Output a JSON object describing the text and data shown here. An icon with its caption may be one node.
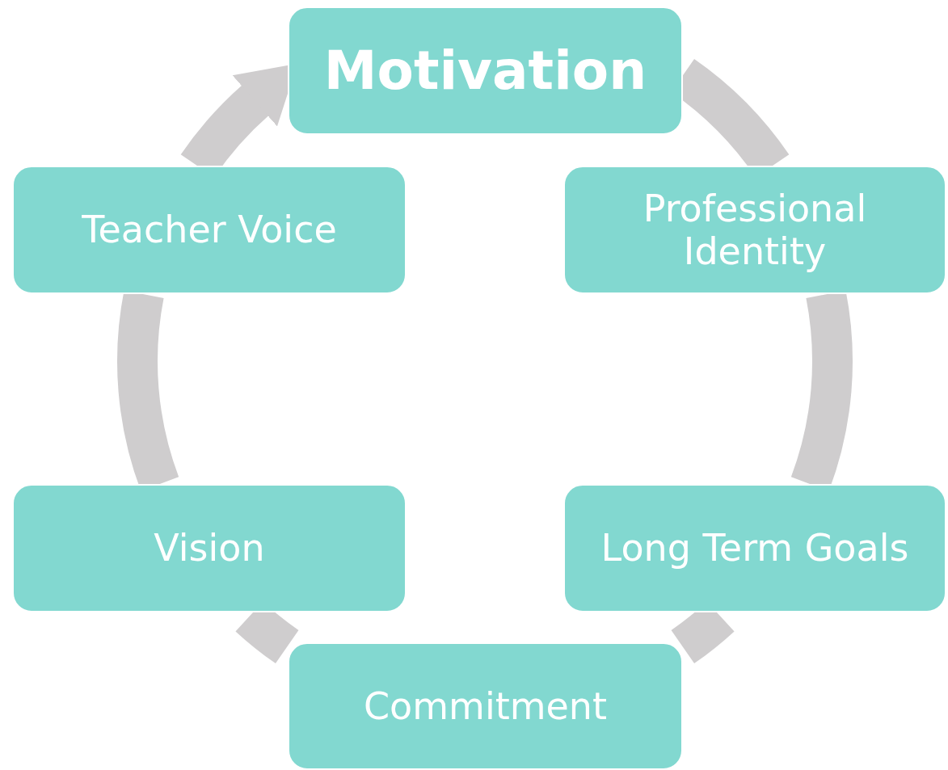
{
  "diagram": {
    "nodes": [
      {
        "text": [
          "Motivation"
        ]
      },
      {
        "text": [
          "Professional Identity"
        ]
      },
      {
        "text": [
          "Long Term Goals"
        ]
      },
      {
        "text": [
          "Commitment"
        ]
      },
      {
        "text": [
          "Vision"
        ]
      },
      {
        "text": [
          "Teacher Voice"
        ]
      }
    ],
    "edges": [
      {
        "from": 0,
        "to": 1,
        "arrow": "none"
      },
      {
        "from": 1,
        "to": 2,
        "arrow": "none"
      },
      {
        "from": 2,
        "to": 3,
        "arrow": "none"
      },
      {
        "from": 3,
        "to": 4,
        "arrow": "none"
      },
      {
        "from": 4,
        "to": 5,
        "arrow": "none"
      },
      {
        "from": 5,
        "to": 0,
        "arrow": "to"
      }
    ]
  }
}
